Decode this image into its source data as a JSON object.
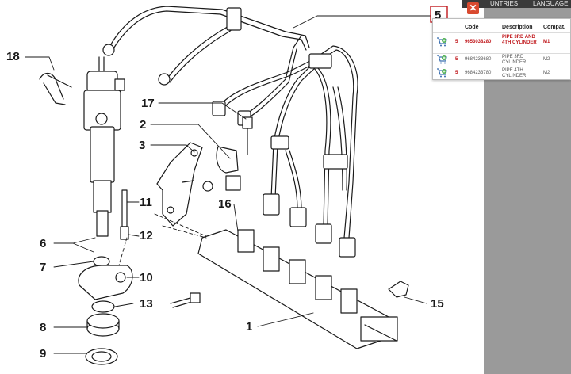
{
  "nav": {
    "countries": "UNTRIES",
    "language": "LANGUAGE"
  },
  "diagram": {
    "callouts": [
      "18",
      "17",
      "2",
      "3",
      "11",
      "6",
      "12",
      "7",
      "10",
      "13",
      "8",
      "9",
      "16",
      "1",
      "15",
      "5"
    ]
  },
  "popup": {
    "close_label": "✕",
    "header": {
      "code": "Code",
      "description": "Description",
      "compat": "Compat."
    },
    "rows": [
      {
        "qty": "5",
        "code": "9653038280",
        "description": "PIPE 3RD AND 4TH CYLINDER",
        "compat": "M1"
      },
      {
        "qty": "5",
        "code": "9684233680",
        "description": "PIPE 3RD CYLINDER",
        "compat": "M2"
      },
      {
        "qty": "5",
        "code": "9684233780",
        "description": "PIPE 4TH CYLINDER",
        "compat": "M2"
      }
    ]
  },
  "colors": {
    "selected": "#c0181c",
    "close": "#d94a30"
  }
}
